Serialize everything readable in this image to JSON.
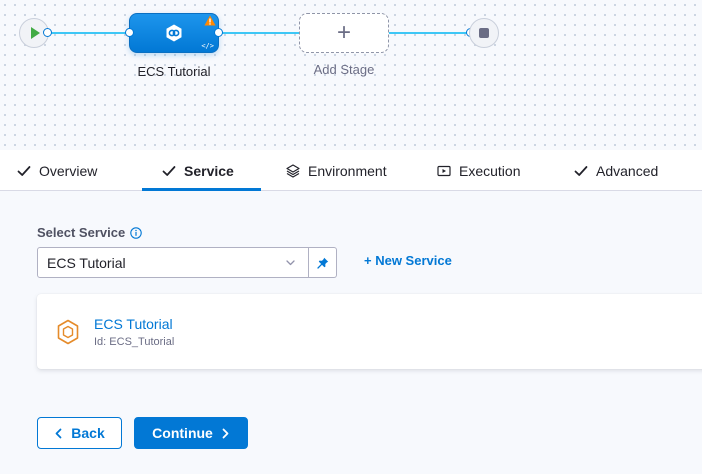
{
  "pipeline": {
    "start_icon": "play-icon",
    "end_icon": "stop-icon",
    "stage": {
      "label": "ECS Tutorial",
      "icon": "deployment-stage-icon",
      "warning_icon": "warning-icon",
      "code_icon": "</>"
    },
    "add_stage": {
      "label": "Add Stage",
      "icon": "plus-icon"
    }
  },
  "tabs": [
    {
      "label": "Overview",
      "icon": "check-icon",
      "active": false
    },
    {
      "label": "Service",
      "icon": "check-icon",
      "active": true
    },
    {
      "label": "Environment",
      "icon": "environment-icon",
      "active": false
    },
    {
      "label": "Execution",
      "icon": "execution-icon",
      "active": false
    },
    {
      "label": "Advanced",
      "icon": "check-icon",
      "active": false
    }
  ],
  "service": {
    "label": "Select Service",
    "selected_value": "ECS Tutorial",
    "new_service_label": "+ New Service",
    "card": {
      "name": "ECS Tutorial",
      "id_text": "Id: ECS_Tutorial",
      "icon": "ecs-service-icon"
    }
  },
  "actions": {
    "back_label": "Back",
    "continue_label": "Continue"
  },
  "colors": {
    "primary": "#0278d5",
    "edge": "#3dc7f6",
    "start": "#42ab45",
    "warning": "#ff8800",
    "ecs": "#e58b2a"
  }
}
